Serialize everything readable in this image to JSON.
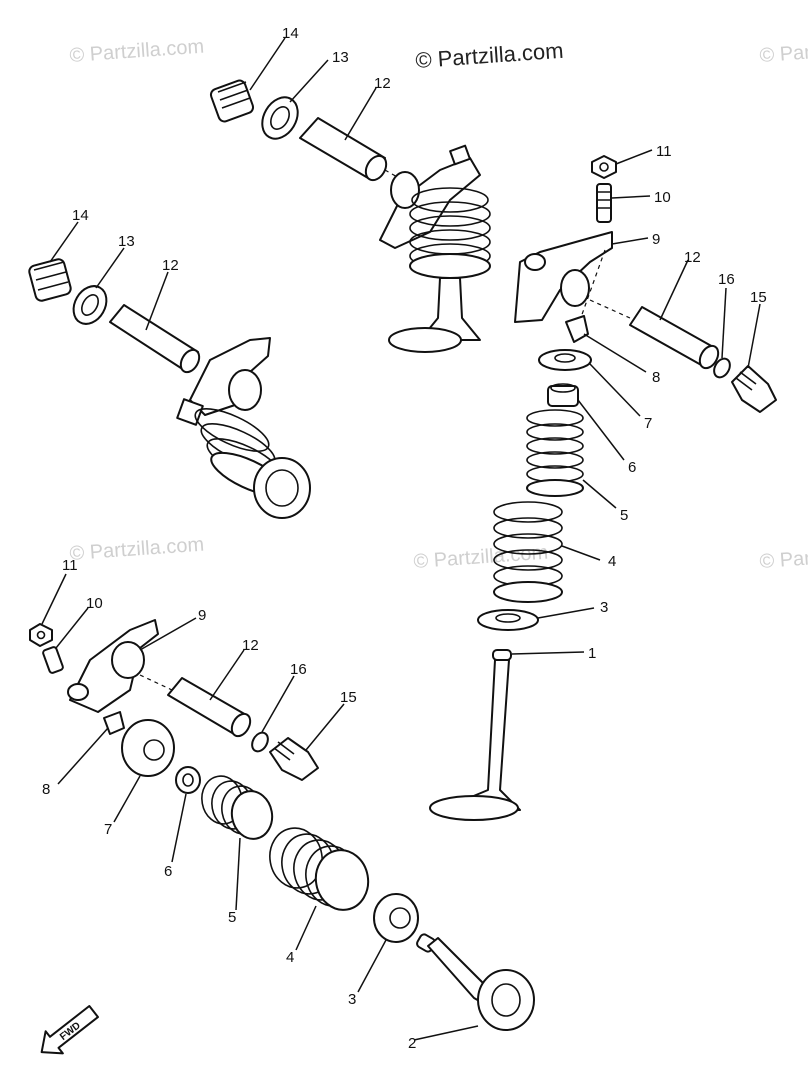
{
  "watermark": {
    "main": "© Partzilla.com",
    "faint": "© Partzilla.com"
  },
  "direction_label": "FWD",
  "callouts": {
    "c1": "1",
    "c2": "2",
    "c3a": "3",
    "c3b": "3",
    "c4a": "4",
    "c4b": "4",
    "c5a": "5",
    "c5b": "5",
    "c6a": "6",
    "c6b": "6",
    "c7a": "7",
    "c7b": "7",
    "c8a": "8",
    "c8b": "8",
    "c9a": "9",
    "c9b": "9",
    "c10a": "10",
    "c10b": "10",
    "c11a": "11",
    "c11b": "11",
    "c12a": "12",
    "c12b": "12",
    "c12c": "12",
    "c12d": "12",
    "c13a": "13",
    "c13b": "13",
    "c14a": "14",
    "c14b": "14",
    "c15a": "15",
    "c15b": "15",
    "c16a": "16",
    "c16b": "16"
  }
}
